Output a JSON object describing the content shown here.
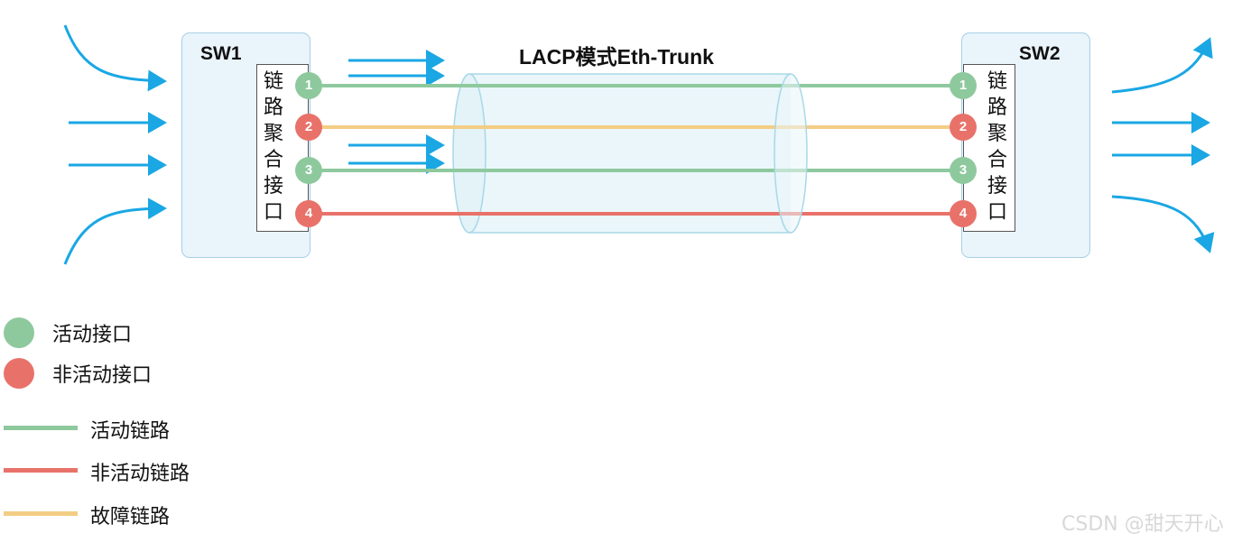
{
  "title": "LACP模式Eth-Trunk",
  "sw1_label": "SW1",
  "sw2_label": "SW2",
  "agg_label": "链路聚合接口",
  "ports": [
    {
      "number": "1",
      "status": "active",
      "link": "active"
    },
    {
      "number": "2",
      "status": "inactive",
      "link": "failed"
    },
    {
      "number": "3",
      "status": "active",
      "link": "active"
    },
    {
      "number": "4",
      "status": "inactive",
      "link": "inactive"
    }
  ],
  "colors": {
    "active": "#8ec99e",
    "inactive": "#e8726a",
    "failed": "#f3cd84",
    "arrow": "#1aa7e4",
    "switch_fill": "#eaf4fb",
    "switch_border": "#a8cfe6"
  },
  "legend": {
    "active_interface": "活动接口",
    "inactive_interface": "非活动接口",
    "active_link": "活动链路",
    "inactive_link": "非活动链路",
    "failed_link": "故障链路"
  },
  "watermark": "CSDN @甜天开心"
}
